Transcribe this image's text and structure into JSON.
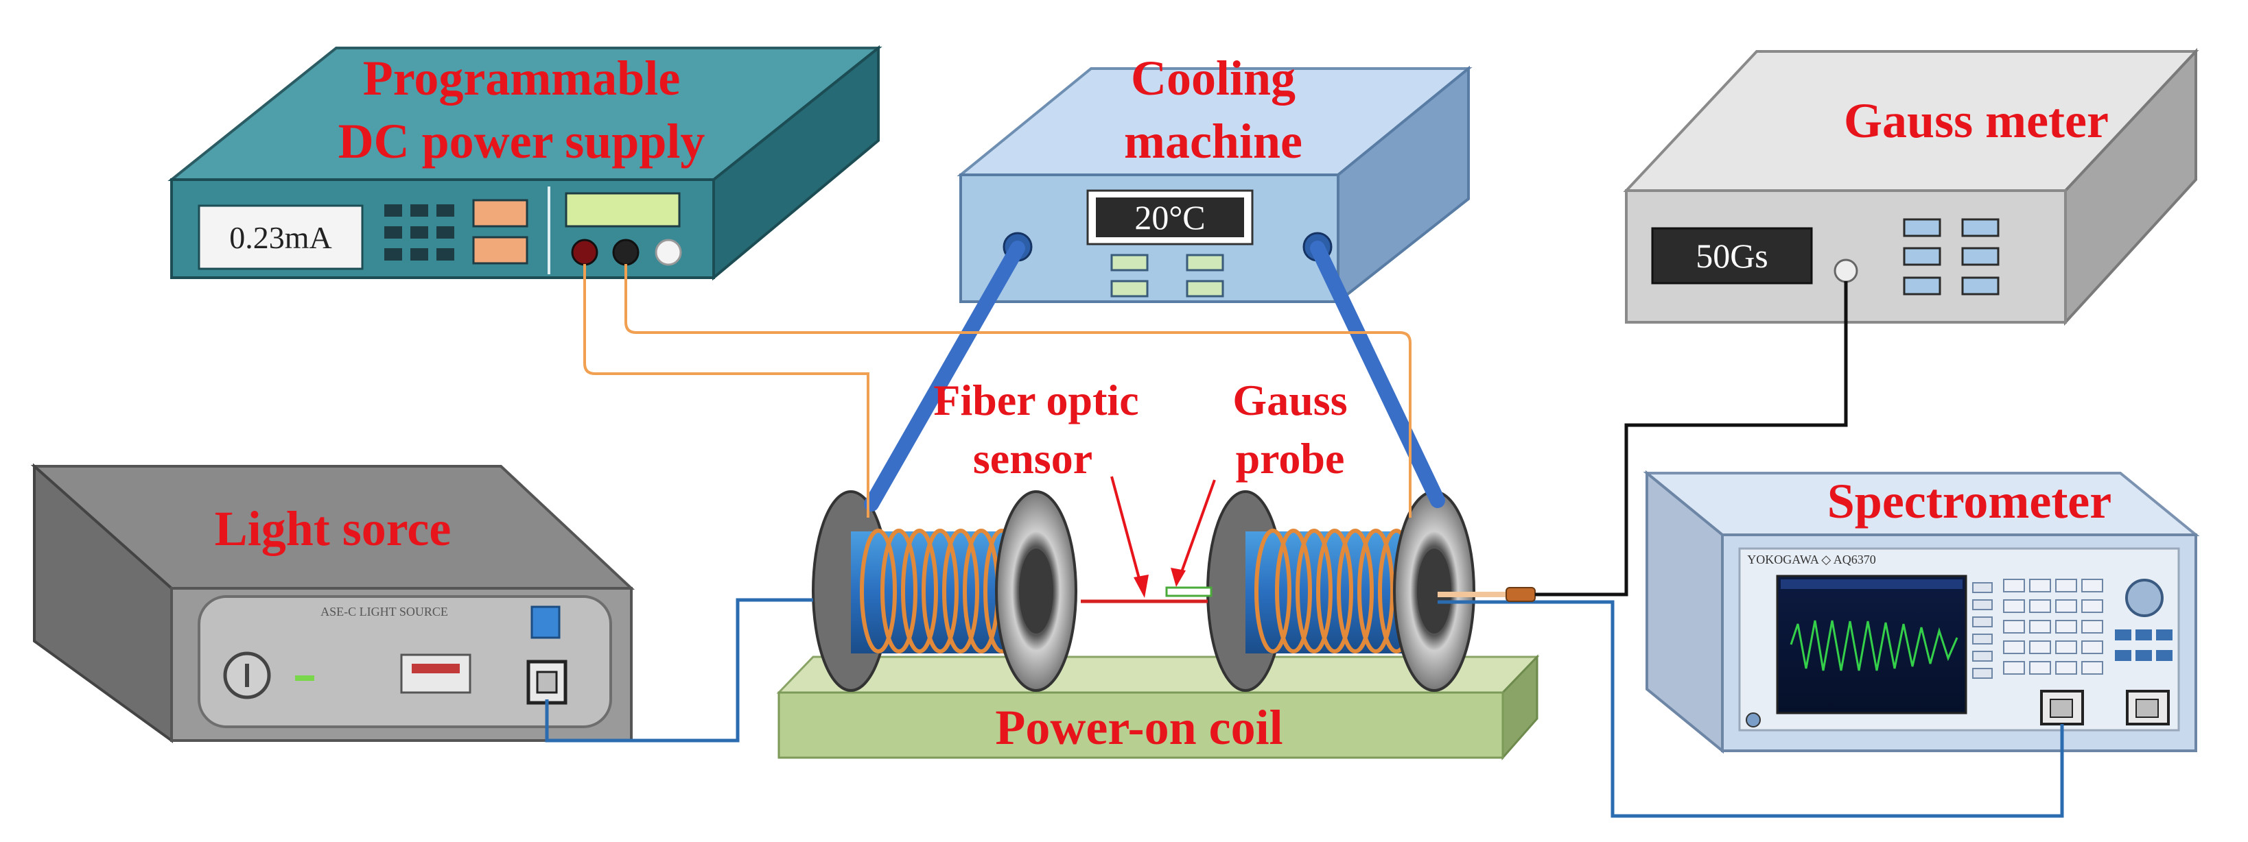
{
  "labels": {
    "dc_supply_line1": "Programmable",
    "dc_supply_line2": "DC power supply",
    "cooling_line1": "Cooling",
    "cooling_line2": "machine",
    "gauss_meter": "Gauss meter",
    "light_source": "Light sorce",
    "fiber_line1": "Fiber optic",
    "fiber_line2": "sensor",
    "gauss_probe_line1": "Gauss",
    "gauss_probe_line2": "probe",
    "spectrometer": "Spectrometer",
    "coil": "Power-on coil"
  },
  "readouts": {
    "dc_current": "0.23mA",
    "cooling_temp": "20°C",
    "gauss_value": "50Gs"
  },
  "device_text": {
    "light_source_panel": "ASE-C LIGHT SOURCE",
    "spectrometer_brand": "YOKOGAWA ◇ AQ6370"
  },
  "colors": {
    "label_red": "#e8141b",
    "dc_supply_body": "#3a8a95",
    "cooling_body": "#a7c9e6",
    "gauss_meter_body": "#d2d2d2",
    "light_source_body": "#9a9a9a",
    "spectrometer_body": "#c8d9ee",
    "coil_base": "#b8cf92",
    "coil_wire": "#e28a3a",
    "fiber_blue": "#2b6cb0",
    "power_wire": "#f0a050"
  }
}
